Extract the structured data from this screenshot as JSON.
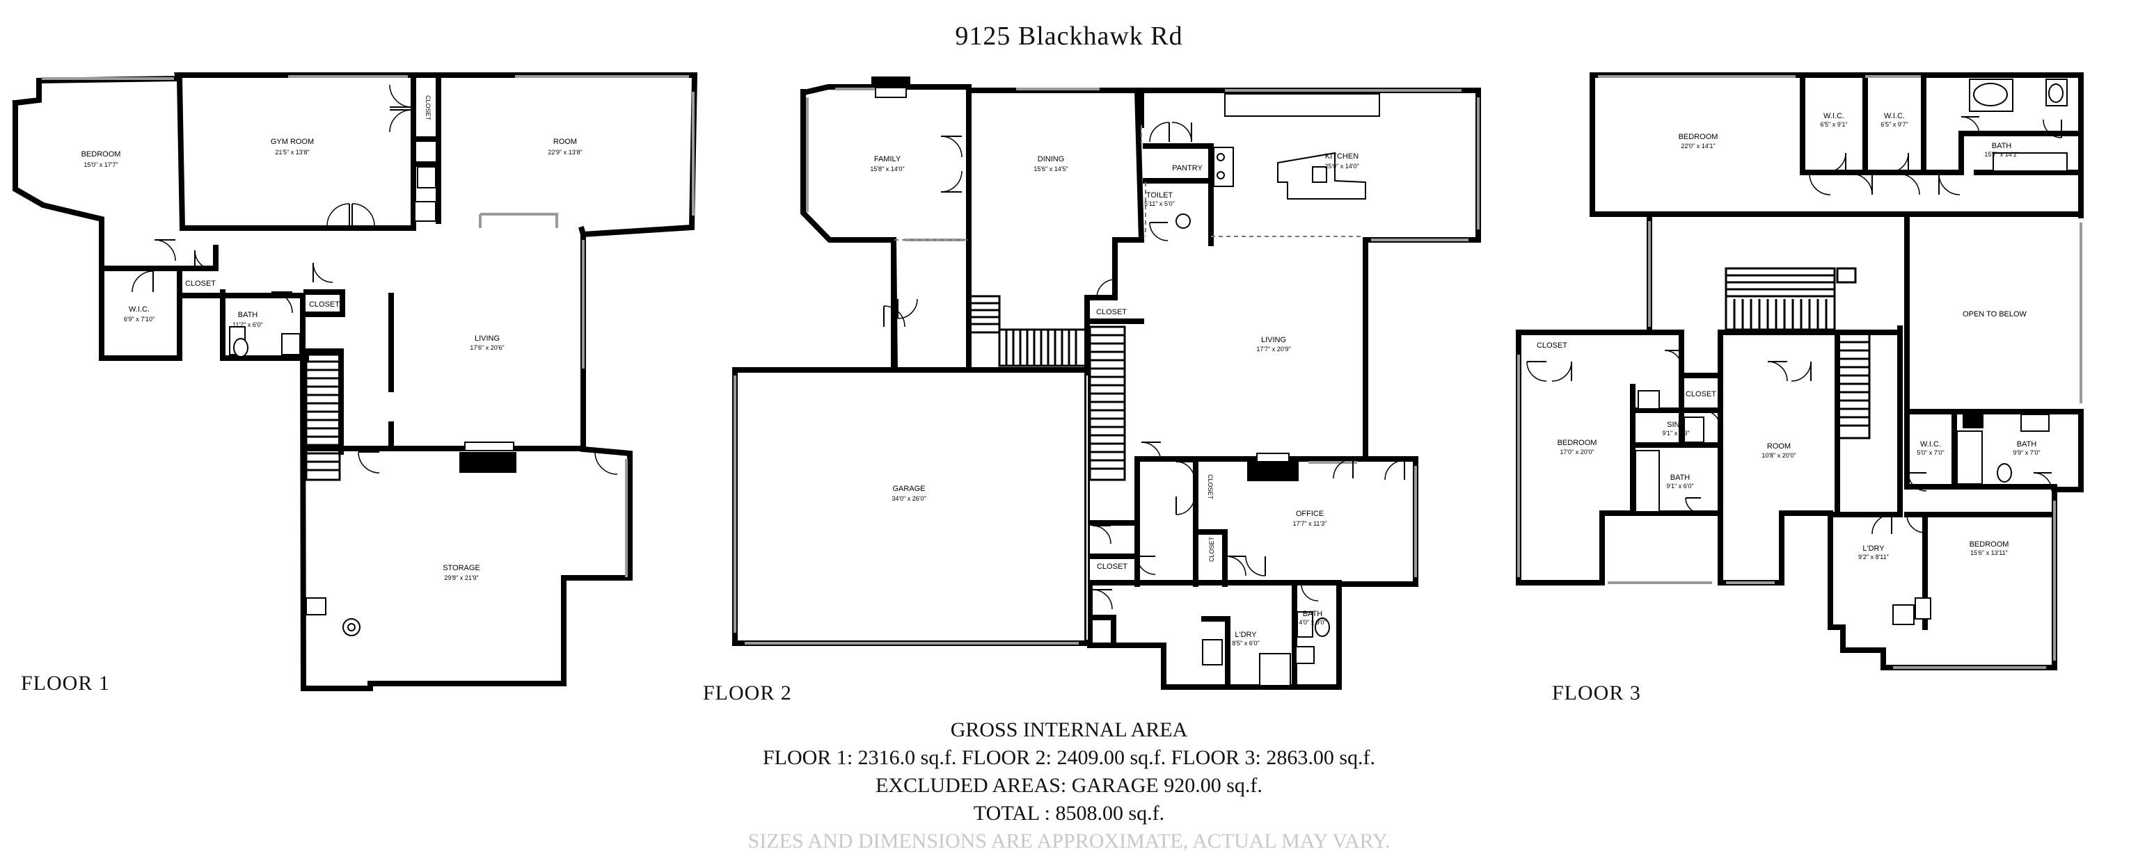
{
  "title": "9125 Blackhawk Rd",
  "floors": [
    {
      "label": "FLOOR 1"
    },
    {
      "label": "FLOOR 2"
    },
    {
      "label": "FLOOR 3"
    }
  ],
  "rooms": {
    "f1": {
      "bedroom": {
        "name": "BEDROOM",
        "dim": "15'0\" x 17'7\""
      },
      "gym": {
        "name": "GYM ROOM",
        "dim": "21'5\" x 13'8\""
      },
      "room": {
        "name": "ROOM",
        "dim": "22'9\" x 13'8\""
      },
      "closet_top": {
        "name": "CLOSET"
      },
      "wic": {
        "name": "W.I.C.",
        "dim": "6'9\" x 7'10\""
      },
      "closet_a": {
        "name": "CLOSET"
      },
      "bath": {
        "name": "BATH",
        "dim": "11'2\" x 6'0\""
      },
      "closet_b": {
        "name": "CLOSET"
      },
      "living": {
        "name": "LIVING",
        "dim": "17'6\" x 20'6\""
      },
      "storage": {
        "name": "STORAGE",
        "dim": "29'8\" x 21'9\""
      }
    },
    "f2": {
      "family": {
        "name": "FAMILY",
        "dim": "15'8\" x 14'0\""
      },
      "dining": {
        "name": "DINING",
        "dim": "15'6\" x 14'5\""
      },
      "pantry": {
        "name": "PANTRY"
      },
      "toilet": {
        "name": "TOILET",
        "dim": "5'11\" x 5'0\""
      },
      "kitchen": {
        "name": "KITCHEN",
        "dim": "25'0\" x 14'0\""
      },
      "closet_a": {
        "name": "CLOSET"
      },
      "living": {
        "name": "LIVING",
        "dim": "17'7\" x 20'9\""
      },
      "garage": {
        "name": "GARAGE",
        "dim": "34'0\" x 26'0\""
      },
      "closet_b": {
        "name": "CLOSET"
      },
      "closet_c": {
        "name": "CLOSET"
      },
      "closet_d": {
        "name": "CLOSET"
      },
      "office": {
        "name": "OFFICE",
        "dim": "17'7\" x 11'3\""
      },
      "bath": {
        "name": "BATH",
        "dim": "4'0\" x 9'0\""
      },
      "ldry": {
        "name": "L'DRY",
        "dim": "8'5\" x 6'0\""
      }
    },
    "f3": {
      "bedroom_top": {
        "name": "BEDROOM",
        "dim": "22'0\" x 14'1\""
      },
      "wic_a": {
        "name": "W.I.C.",
        "dim": "6'5\" x 9'1\""
      },
      "wic_b": {
        "name": "W.I.C.",
        "dim": "6'5\" x 9'7\""
      },
      "bath_top": {
        "name": "BATH",
        "dim": "15'7\" x 14'1\""
      },
      "open": {
        "name": "OPEN TO BELOW"
      },
      "closet_a": {
        "name": "CLOSET"
      },
      "closet_b": {
        "name": "CLOSET"
      },
      "bedroom_left": {
        "name": "BEDROOM",
        "dim": "17'0\" x 20'0\""
      },
      "sink": {
        "name": "SINK",
        "dim": "9'1\" x 4'3\""
      },
      "bath_small": {
        "name": "BATH",
        "dim": "9'1\" x 6'0\""
      },
      "room": {
        "name": "ROOM",
        "dim": "10'8\" x 20'0\""
      },
      "wic_c": {
        "name": "W.I.C.",
        "dim": "5'0\" x 7'0\""
      },
      "bath_right": {
        "name": "BATH",
        "dim": "9'9\" x 7'0\""
      },
      "ldry": {
        "name": "L'DRY",
        "dim": "9'2\" x 8'11\""
      },
      "bedroom_right": {
        "name": "BEDROOM",
        "dim": "15'6\" x 13'11\""
      }
    }
  },
  "summary": {
    "heading": "GROSS INTERNAL AREA",
    "floors_line": "FLOOR 1: 2316.0 sq.f. FLOOR 2: 2409.00 sq.f. FLOOR 3: 2863.00 sq.f.",
    "excluded_line": "EXCLUDED AREAS: GARAGE 920.00 sq.f.",
    "total_line": "TOTAL : 8508.00 sq.f.",
    "note": "SIZES AND DIMENSIONS ARE APPROXIMATE, ACTUAL MAY VARY."
  },
  "colors": {
    "wall": "#000000",
    "window": "#9a9a9a",
    "note": "#c8c8c8"
  }
}
